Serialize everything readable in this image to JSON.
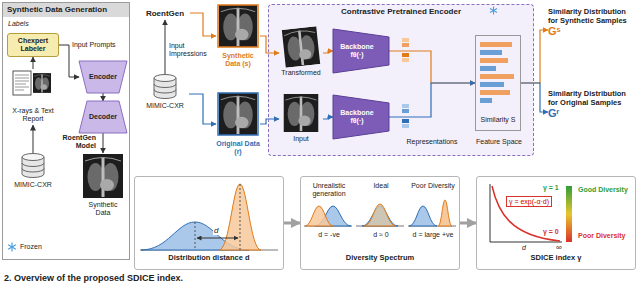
{
  "diagram": {
    "caption": "2. Overview of the proposed SDICE index.",
    "nodes": [
      {
        "text": [
          "Synthetic Data Generation"
        ]
      },
      {
        "text": [
          "Chexpert Labeler"
        ],
        "in": 0
      },
      {
        "text": [
          "X-rays & Text Report"
        ],
        "in": 0
      },
      {
        "text": [
          "MIMIC-CXR"
        ],
        "in": 0
      },
      {
        "text": [
          "Encoder"
        ],
        "in": 0
      },
      {
        "text": [
          "Decoder"
        ],
        "in": 0
      },
      {
        "text": [
          "Synthetic Data"
        ],
        "in": 0
      },
      {
        "text": [
          "RoentGen"
        ]
      },
      {
        "text": [
          "MIMIC-CXR"
        ]
      },
      {
        "text": [
          "Synthetic Data (s)"
        ]
      },
      {
        "text": [
          "Original Data (r)"
        ]
      },
      {
        "text": [
          "Contrastive Pretrained Encoder"
        ]
      },
      {
        "text": [
          "Transformed"
        ],
        "in": 11
      },
      {
        "text": [
          "Input"
        ],
        "in": 11
      },
      {
        "text": [
          "Backbone fθ(·)"
        ],
        "in": 11
      },
      {
        "text": [
          "Backbone fθ(·)"
        ],
        "in": 11
      },
      {
        "text": [
          "Similarity S"
        ],
        "in": 11
      },
      {
        "text": [
          "Similarity Distribution for Synthetic Samples",
          "Gˢ"
        ]
      },
      {
        "text": [
          "Similarity Distribution for Original Samples",
          "Gʳ"
        ]
      },
      {
        "text": [
          "Distribution distance d"
        ]
      },
      {
        "text": [
          "Diversity Spectrum"
        ]
      },
      {
        "text": [
          "Unrealistic generation",
          "d = -ve"
        ],
        "in": 20
      },
      {
        "text": [
          "Ideal",
          "d ≈ 0"
        ],
        "in": 20
      },
      {
        "text": [
          "Poor Diversity",
          "d = large +ve"
        ],
        "in": 20
      },
      {
        "text": [
          "SDICE index γ"
        ]
      }
    ],
    "edges": [
      {
        "from": 3,
        "to": 2,
        "arrow": "to"
      },
      {
        "from": 2,
        "to": 1,
        "arrow": "to"
      },
      {
        "from": 1,
        "to": 4,
        "label": "Input Prompts",
        "arrow": "to"
      },
      {
        "from": 4,
        "to": 5,
        "arrow": "to"
      },
      {
        "from": 5,
        "to": 6,
        "arrow": "to"
      },
      {
        "from": 8,
        "to": 7,
        "label": "Input Impressions",
        "arrow": "to"
      },
      {
        "from": 7,
        "to": 9,
        "arrow": "to"
      },
      {
        "from": 8,
        "to": 10,
        "arrow": "to"
      },
      {
        "from": 9,
        "to": 12,
        "arrow": "to"
      },
      {
        "from": 10,
        "to": 13,
        "arrow": "to"
      },
      {
        "from": 12,
        "to": 14,
        "arrow": "to"
      },
      {
        "from": 13,
        "to": 15,
        "arrow": "to"
      },
      {
        "from": 14,
        "to": 16,
        "arrow": "to"
      },
      {
        "from": 15,
        "to": 16,
        "arrow": "to"
      },
      {
        "from": 16,
        "to": 17,
        "arrow": "to"
      },
      {
        "from": 16,
        "to": 18,
        "arrow": "to"
      },
      {
        "from": 19,
        "to": 20,
        "arrow": "to"
      },
      {
        "from": 20,
        "to": 24,
        "arrow": "to"
      }
    ],
    "labels": [
      "Labels",
      "RoentGen Model",
      "Frozen",
      "Representations",
      "Feature Space",
      "d",
      "γ = exp(-α·d)",
      "γ = 1",
      "γ = 0",
      "Good Diversity",
      "Poor Diversity",
      "d",
      "∞"
    ]
  }
}
